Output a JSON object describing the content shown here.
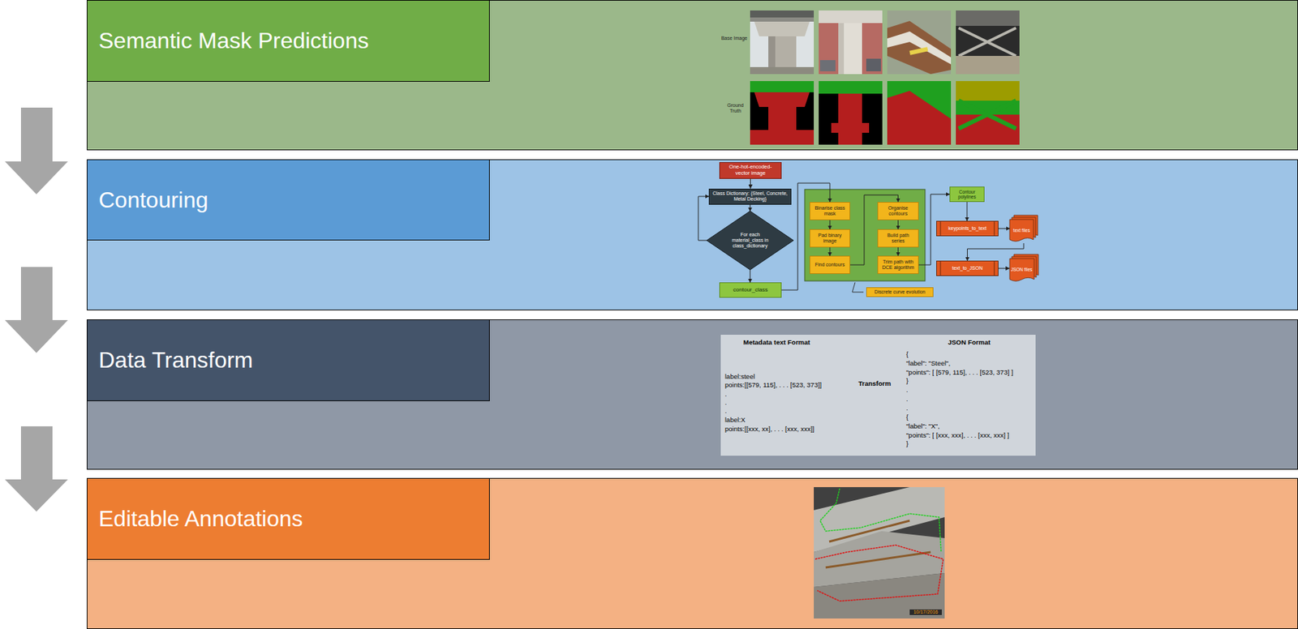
{
  "diagram": {
    "nodes": [
      {
        "text": [
          "Semantic Mask Predictions"
        ]
      },
      {
        "text": [
          "Contouring"
        ]
      },
      {
        "text": [
          "One-hot-encoded-vector image"
        ],
        "in": 1
      },
      {
        "text": [
          "Class Dictionary: {Steel, Concrete, Metal Decking}"
        ],
        "in": 1
      },
      {
        "text": [
          "For each material_class in class_dictionary"
        ],
        "in": 1
      },
      {
        "text": [
          "contour_class"
        ],
        "in": 1
      },
      {
        "text": [
          "Binarise class mask"
        ],
        "in": 1
      },
      {
        "text": [
          "Pad binary image"
        ],
        "in": 1
      },
      {
        "text": [
          "Find contours"
        ],
        "in": 1
      },
      {
        "text": [
          "Organise contours"
        ],
        "in": 1
      },
      {
        "text": [
          "Build path series"
        ],
        "in": 1
      },
      {
        "text": [
          "Trim path with DCE algorithm"
        ],
        "in": 1
      },
      {
        "text": [
          "Discrete curve evolution"
        ],
        "in": 1
      },
      {
        "text": [
          "Contour polylines"
        ],
        "in": 1
      },
      {
        "text": [
          "keypoints_to_text"
        ],
        "in": 1
      },
      {
        "text": [
          "text files"
        ],
        "in": 1
      },
      {
        "text": [
          "text_to_JSON"
        ],
        "in": 1
      },
      {
        "text": [
          "JSON files"
        ],
        "in": 1
      },
      {
        "text": [
          "Data Transform"
        ]
      },
      {
        "text": [
          "Metadata text Format",
          "JSON Format",
          "Transform",
          "label:steel",
          "points:[[579, 115], . . . [523, 373]]",
          ".",
          ".",
          ".",
          "label:X",
          "points:[[xxx, xx], . . . [xxx, xxx]]",
          "{",
          "\"label\": \"Steel\",",
          "\"points\": [ [579, 115], . . . [523, 373] ]",
          "}",
          ".",
          ".",
          ".",
          "{",
          "\"label\": \"X\",",
          "\"points\": [ [xxx, xxx], . . . [xxx, xxx] ]",
          "}"
        ],
        "in": 18
      },
      {
        "text": [
          "Editable Annotations"
        ]
      }
    ],
    "edges": [
      {
        "from": 2,
        "to": 3,
        "arrow": "to"
      },
      {
        "from": 3,
        "to": 4,
        "arrow": "to"
      },
      {
        "from": 4,
        "to": 5,
        "arrow": "to"
      },
      {
        "from": 4,
        "to": 3,
        "arrow": "to"
      },
      {
        "from": 5,
        "to": 6,
        "arrow": "to"
      },
      {
        "from": 6,
        "to": 7,
        "arrow": "to"
      },
      {
        "from": 7,
        "to": 8,
        "arrow": "to"
      },
      {
        "from": 8,
        "to": 9,
        "arrow": "to"
      },
      {
        "from": 9,
        "to": 10,
        "arrow": "to"
      },
      {
        "from": 10,
        "to": 11,
        "arrow": "to"
      },
      {
        "from": 11,
        "to": 13,
        "arrow": "to"
      },
      {
        "from": 13,
        "to": 14,
        "arrow": "to"
      },
      {
        "from": 14,
        "to": 15,
        "arrow": "to"
      },
      {
        "from": 15,
        "to": 16,
        "arrow": "to"
      },
      {
        "from": 16,
        "to": 17,
        "arrow": "to"
      }
    ],
    "labels": [
      "Base Image",
      "Ground Truth",
      "10/17/2016"
    ]
  }
}
